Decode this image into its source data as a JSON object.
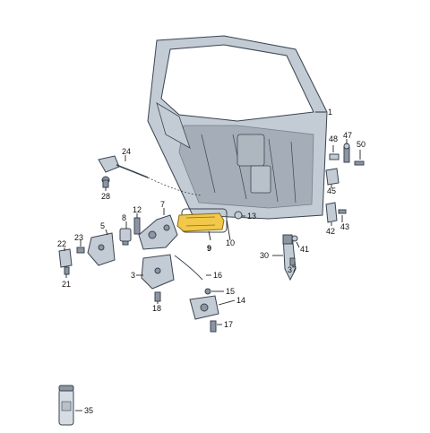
{
  "diagram": {
    "callouts": [
      "1",
      "3",
      "5",
      "7",
      "8",
      "9",
      "10",
      "12",
      "13",
      "14",
      "15",
      "16",
      "17",
      "18",
      "21",
      "22",
      "23",
      "24",
      "28",
      "30",
      "35",
      "37",
      "41",
      "42",
      "43",
      "45",
      "47",
      "48",
      "50"
    ],
    "highlighted_part": "9",
    "colors": {
      "part_fill": "#c3cbd4",
      "part_dark": "#8c96a2",
      "outline": "#3b4450",
      "highlight": "#f2c84a"
    }
  }
}
